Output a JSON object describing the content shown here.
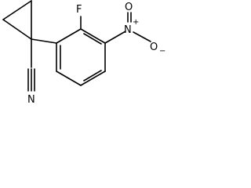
{
  "molecule": {
    "atoms": {
      "fluorine": "F",
      "nitro_nitrogen": "N",
      "nitro_charge": "+",
      "nitro_oxygen_top": "O",
      "nitro_oxygen_right": "O",
      "nitro_oxygen_charge": "−",
      "nitrile_nitrogen": "N"
    }
  }
}
